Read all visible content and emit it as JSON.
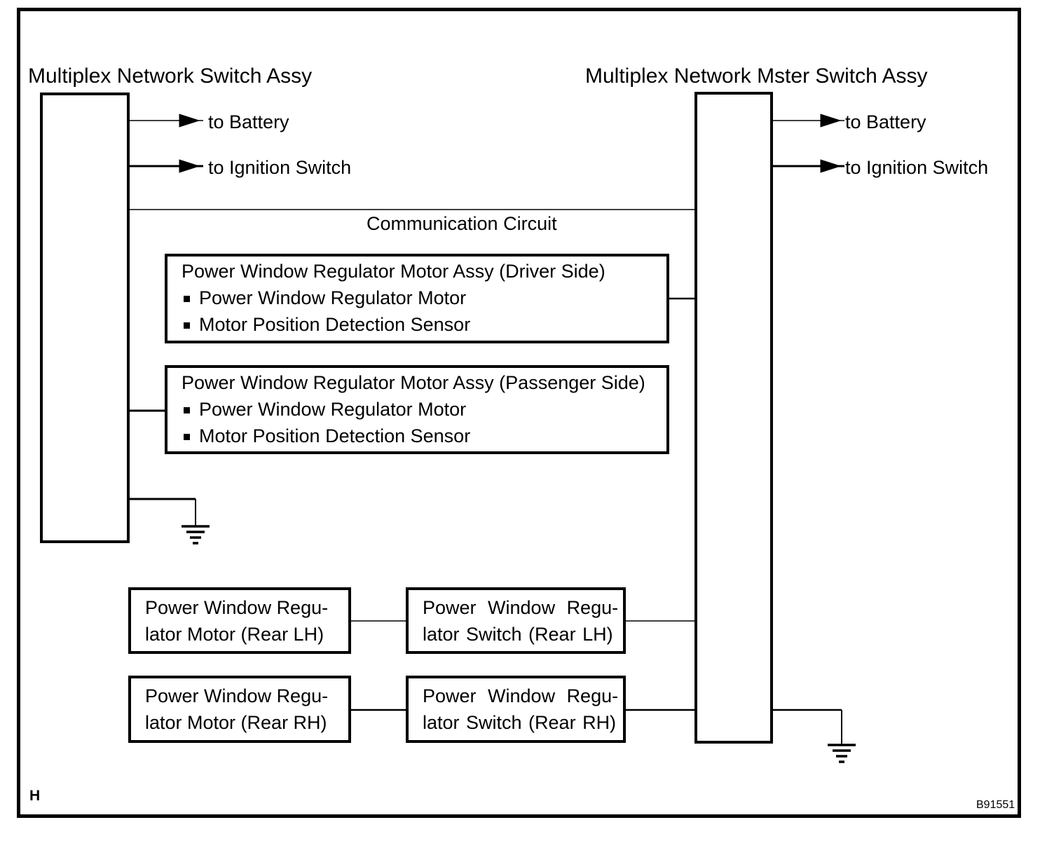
{
  "diagram": {
    "left_assembly_label": "Multiplex Network Switch Assy",
    "right_assembly_label": "Multiplex Network Mster Switch Assy",
    "left_to_battery": "to Battery",
    "left_to_ignition": "to Ignition Switch",
    "right_to_battery": "to Battery",
    "right_to_ignition": "to Ignition Switch",
    "communication_circuit_label": "Communication Circuit",
    "driver_assy": {
      "title": "Power Window Regulator Motor Assy (Driver Side)",
      "items": [
        "Power Window Regulator Motor",
        "Motor Position Detection Sensor"
      ]
    },
    "passenger_assy": {
      "title": "Power Window Regulator Motor Assy (Passenger Side)",
      "items": [
        "Power Window Regulator Motor",
        "Motor Position Detection Sensor"
      ]
    },
    "rear_lh_motor": {
      "line1": "Power Window Regu-",
      "line2": "lator Motor (Rear LH)"
    },
    "rear_lh_switch": {
      "line1": "Power Window Regu-",
      "line2": "lator Switch (Rear LH)"
    },
    "rear_rh_motor": {
      "line1": "Power Window Regu-",
      "line2": "lator Motor (Rear RH)"
    },
    "rear_rh_switch": {
      "line1": "Power Window Regu-",
      "line2": "lator Switch (Rear RH)"
    },
    "page_marker": "H",
    "figure_code": "B91551",
    "colors": {
      "line": "#000000",
      "background": "#ffffff"
    }
  }
}
